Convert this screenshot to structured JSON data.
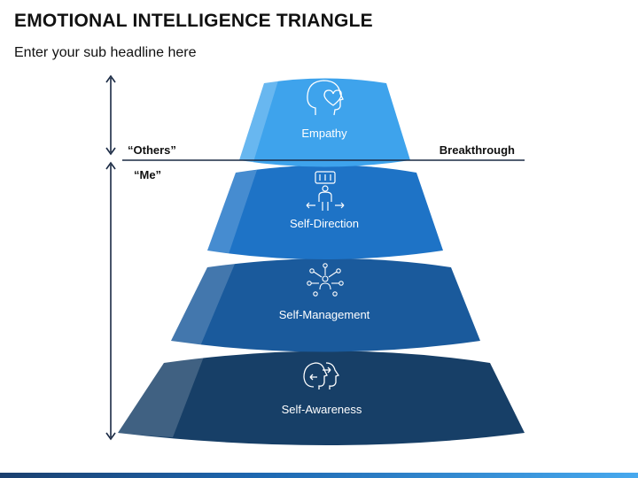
{
  "header": {
    "title": "EMOTIONAL INTELLIGENCE TRIANGLE",
    "subtitle": "Enter your sub headline here"
  },
  "labels": {
    "others": "“Others”",
    "me": "“Me”",
    "breakthrough": "Breakthrough"
  },
  "tiers": [
    {
      "label": "Empathy",
      "icon": "empathy-head-heart-icon",
      "color": "#3ea3ec"
    },
    {
      "label": "Self-Direction",
      "icon": "person-direction-icon",
      "color": "#1e73c6"
    },
    {
      "label": "Self-Management",
      "icon": "network-people-icon",
      "color": "#1a5a9c"
    },
    {
      "label": "Self-Awareness",
      "icon": "heads-arrows-icon",
      "color": "#173f67"
    }
  ],
  "colors": {
    "line": "#1a2a44",
    "accent_light": "#47a9ee",
    "accent_dark": "#173f67"
  }
}
